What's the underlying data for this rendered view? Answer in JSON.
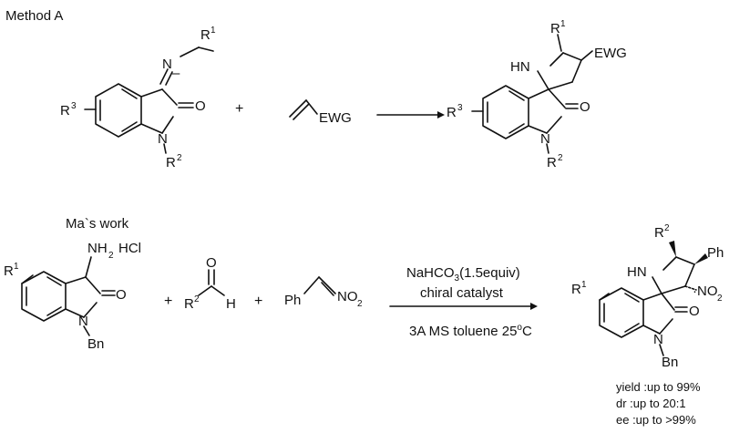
{
  "colors": {
    "ink": "#111111",
    "background": "#ffffff"
  },
  "sections": {
    "method_a": "Method A",
    "ma_work": "Ma`s work"
  },
  "symbols": {
    "plus": "+",
    "minus": "–"
  },
  "atoms": {
    "n": "N",
    "hn": "HN",
    "o": "O",
    "h": "H",
    "r": "R",
    "one": "1",
    "two": "2",
    "three": "3",
    "ewg": "EWG",
    "ph": "Ph",
    "nh2": "NH",
    "hcl": "HCl",
    "bn": "Bn",
    "no": "NO",
    "no_dash": "·NO",
    "ph_dash": "Ph",
    "sub2": "2"
  },
  "conditions": {
    "line1_main": "NaHCO",
    "line1_sub": "3",
    "line1_tail": "(1.5equiv)",
    "line2": "chiral catalyst",
    "line3_main": "3A MS toluene 25",
    "line3_sup": "o",
    "line3_tail": "C"
  },
  "results": [
    "yield :up to 99%",
    "dr :up to 20:1",
    "ee :up to >99%"
  ]
}
